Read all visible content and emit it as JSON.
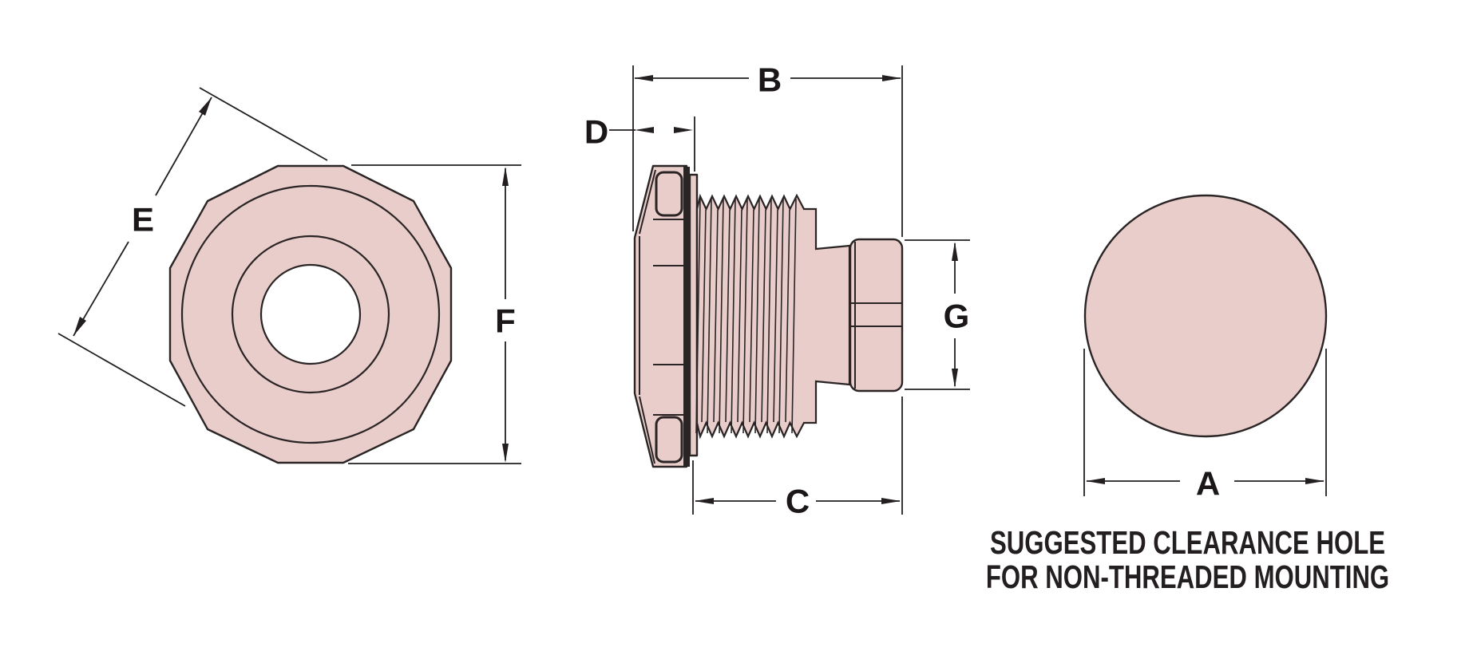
{
  "labels": {
    "a": "A",
    "b": "B",
    "c": "C",
    "d": "D",
    "e": "E",
    "f": "F",
    "g": "G"
  },
  "caption": {
    "line1": "SUGGESTED CLEARANCE HOLE",
    "line2": "FOR NON-THREADED MOUNTING"
  },
  "colors": {
    "part_fill": "#E8CDCA",
    "outline": "#2A2425",
    "dimension_line": "#231F20",
    "label_text": "#1B1718",
    "background": "#FFFFFF"
  }
}
